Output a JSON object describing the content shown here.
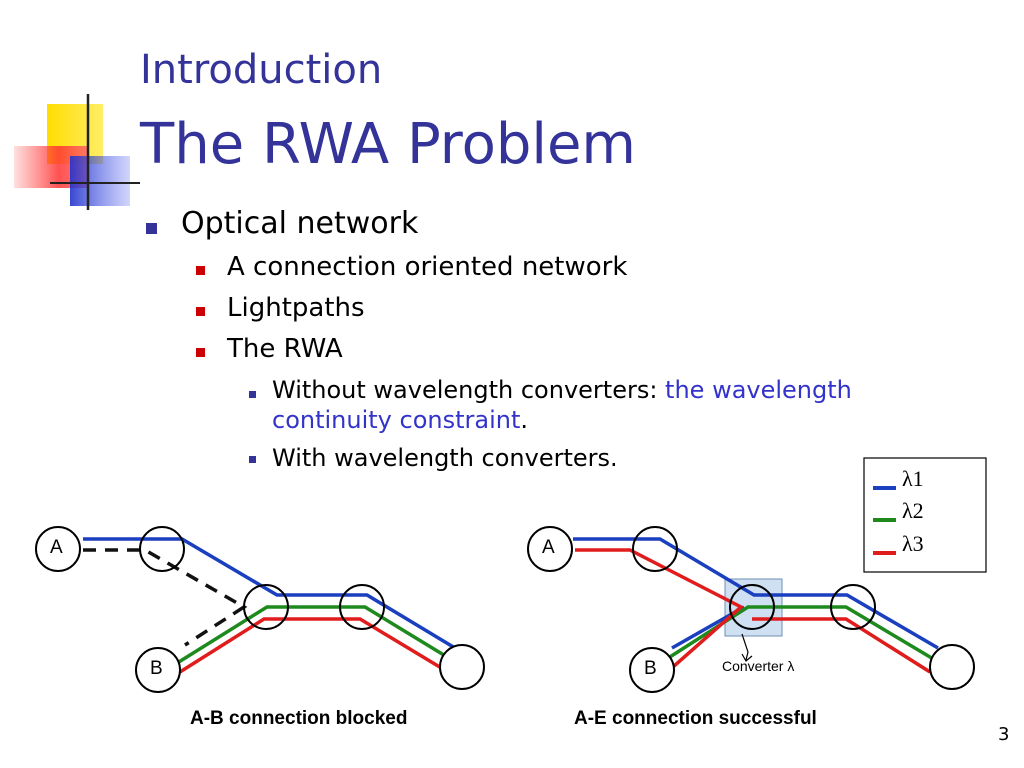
{
  "slide": {
    "title_line1": "Introduction",
    "title_line2": "The RWA Problem",
    "page_number": "3"
  },
  "bullets": {
    "l1": "Optical network",
    "l2": [
      "A connection oriented network",
      "Lightpaths",
      "The RWA"
    ],
    "l3_a_prefix": "Without wavelength converters: ",
    "l3_a_highlight1": "the wavelength",
    "l3_a_highlight2": "continuity constraint",
    "l3_a_suffix": ".",
    "l3_b": "With wavelength converters."
  },
  "legend": {
    "items": [
      {
        "label": "λ1",
        "color": "#1a3fbf"
      },
      {
        "label": "λ2",
        "color": "#1e8a1e"
      },
      {
        "label": "λ3",
        "color": "#e01c1c"
      }
    ]
  },
  "diagrams": {
    "left": {
      "node_a": "A",
      "node_b": "B",
      "caption": "A-B connection blocked"
    },
    "right": {
      "node_a": "A",
      "node_b": "B",
      "converter_label": "Converter λ",
      "caption": "A-E connection successful"
    }
  },
  "colors": {
    "title": "#333399",
    "lambda1": "#1a3fbf",
    "lambda2": "#1e8a1e",
    "lambda3": "#e01c1c",
    "bullet_l2": "#cc0000"
  }
}
